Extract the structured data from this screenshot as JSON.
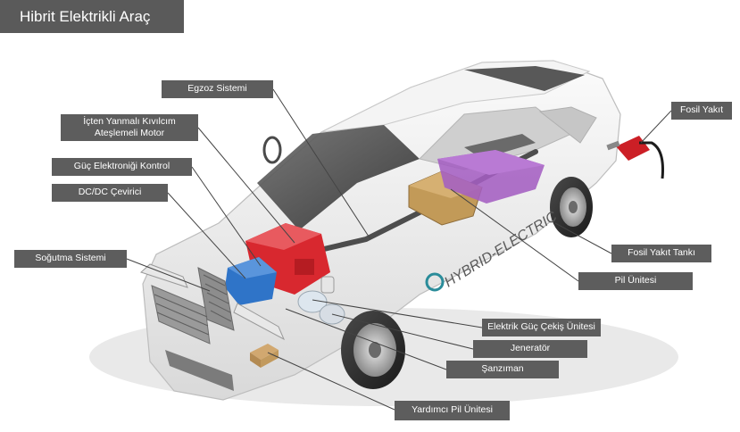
{
  "title": "Hibrit Elektrikli Araç",
  "car_marking": "HYBRID-ELECTRIC",
  "labels": {
    "exhaust": "Egzoz Sistemi",
    "engine": "İçten Yanmalı Kıvılcım Ateşlemeli Motor",
    "power_electronics": "Güç Elektroniği Kontrol",
    "dcdc": "DC/DC Çevirici",
    "cooling": "Soğutma Sistemi",
    "fuel": "Fosil Yakıt",
    "fuel_tank": "Fosil Yakıt Tankı",
    "battery": "Pil Ünitesi",
    "traction_motor": "Elektrik Güç Çekiş Ünitesi",
    "generator": "Jeneratör",
    "transmission": "Şanzıman",
    "aux_battery": "Yardımcı Pil Ünitesi"
  },
  "colors": {
    "label_bg": "#5d5d5d",
    "engine": "#d8282f",
    "battery": "#a45ec2",
    "fuel_tank": "#c29a58",
    "controller": "#2f74c8",
    "fuel_nozzle": "#cc1f26"
  }
}
